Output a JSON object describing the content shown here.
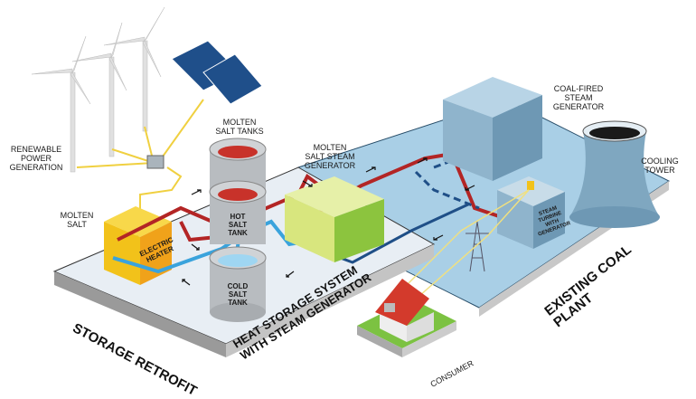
{
  "labels": {
    "renewable": "RENEWABLE\nPOWER\nGENERATION",
    "molten_salt": "MOLTEN\nSALT",
    "molten_salt_tanks": "MOLTEN\nSALT TANKS",
    "molten_salt_steam_generator": "MOLTEN\nSALT STEAM\nGENERATOR",
    "coal_fired_steam_generator": "COAL-FIRED\nSTEAM\nGENERATOR",
    "cooling_tower": "COOLING\nTOWER",
    "electric_heater": "ELECTRIC\nHEATER",
    "hot_salt_tank": "HOT\nSALT\nTANK",
    "cold_salt_tank": "COLD\nSALT\nTANK",
    "steam_turbine": "STEAM\nTURBINE\nWITH\nGENERATOR",
    "storage_retrofit": "STORAGE RETROFIT",
    "heat_storage_system": "HEAT STORAGE SYSTEM\nWITH STEAM GENERATOR",
    "existing_coal_plant": "EXISTING COAL PLANT",
    "consumer": "CONSUMER"
  },
  "colors": {
    "hot_salt": "#b32525",
    "cold_salt": "#3aa3dc",
    "steam_dark": "#1f4f87",
    "power_line": "#f0d040",
    "storage_platform": "#e8eef4",
    "coal_platform": "#a9cfe6",
    "heater": "#f2c21a",
    "steam_gen": "#c8de6a",
    "coal_building": "#8fb4cc",
    "roof": "#d33a2c",
    "grass": "#7cc242"
  }
}
